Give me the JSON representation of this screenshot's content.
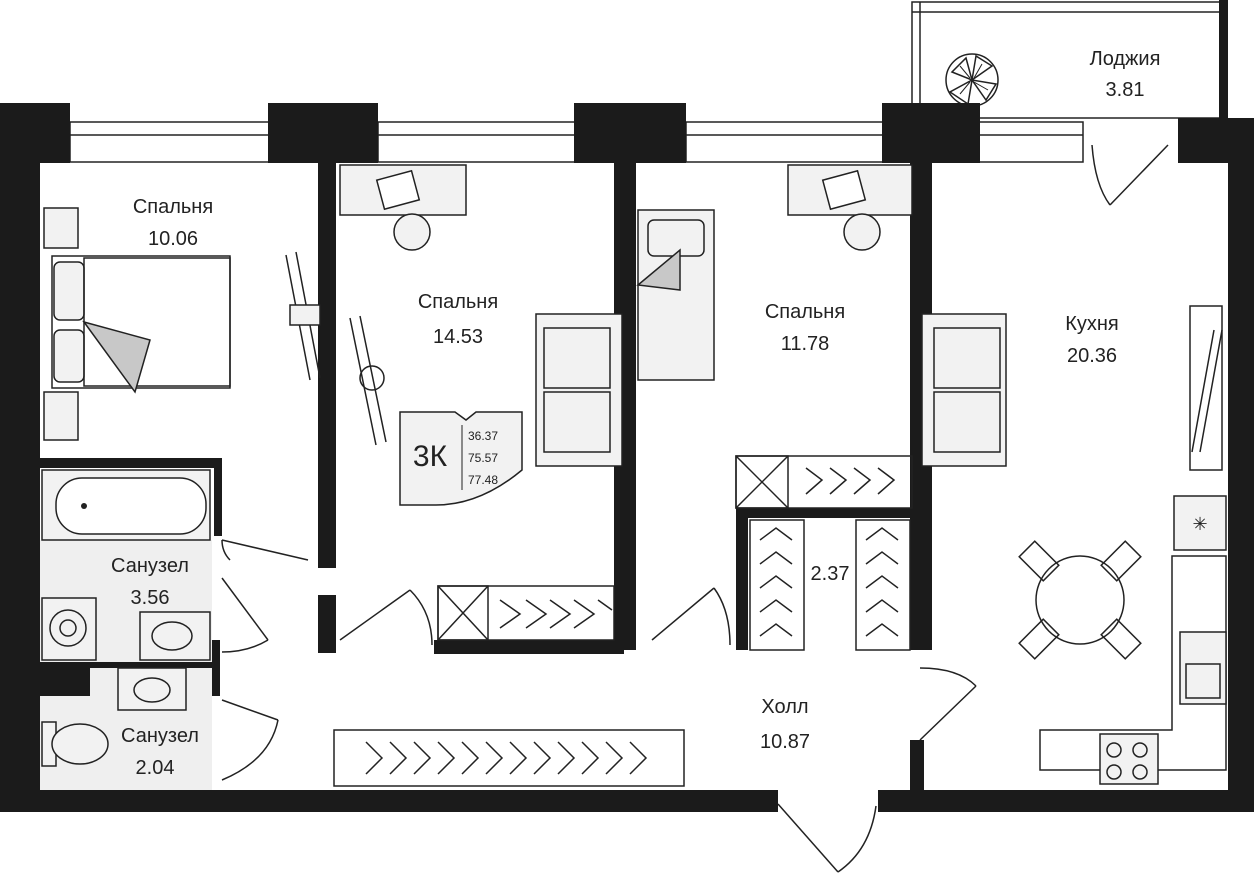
{
  "rooms": [
    {
      "id": "bedroom-1",
      "name": "Спальня",
      "area": "10.06"
    },
    {
      "id": "bedroom-2",
      "name": "Спальня",
      "area": "14.53"
    },
    {
      "id": "bedroom-3",
      "name": "Спальня",
      "area": "11.78"
    },
    {
      "id": "kitchen",
      "name": "Кухня",
      "area": "20.36"
    },
    {
      "id": "loggia",
      "name": "Лоджия",
      "area": "3.81"
    },
    {
      "id": "bathroom-1",
      "name": "Санузел",
      "area": "3.56"
    },
    {
      "id": "bathroom-2",
      "name": "Санузел",
      "area": "2.04"
    },
    {
      "id": "hall",
      "name": "Холл",
      "area": "10.87"
    },
    {
      "id": "wardrobe",
      "name": "",
      "area": "2.37"
    }
  ],
  "badge": {
    "type": "3К",
    "living_area": "36.37",
    "total_area": "75.57",
    "total_area_with_loggia": "77.48"
  },
  "icons": [
    "bed-icon",
    "desk-icon",
    "chair-icon",
    "sofa-icon",
    "bathtub-icon",
    "sink-icon",
    "toilet-icon",
    "washing-machine-icon",
    "wardrobe-hanger-icon",
    "stove-icon",
    "dining-table-icon",
    "plant-icon",
    "radiator-icon"
  ],
  "colors": {
    "wall": "#1b1b1b",
    "floor": "#ffffff",
    "furniture": "#f2f2f2",
    "tile": "#efefef"
  }
}
